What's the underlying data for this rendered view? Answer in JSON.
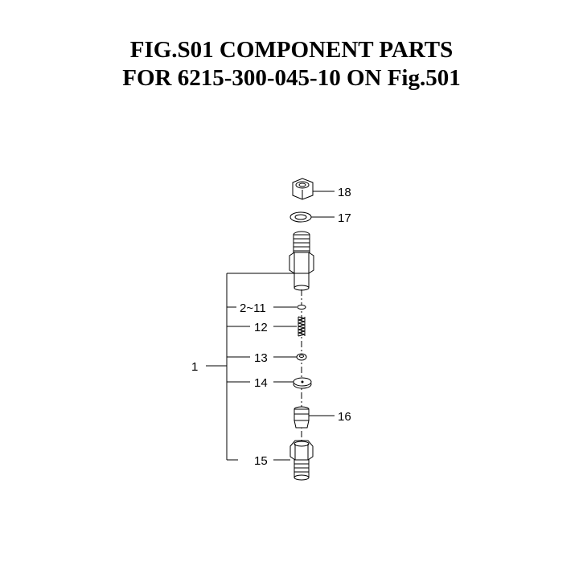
{
  "title": {
    "line1": "FIG.S01  COMPONENT PARTS",
    "line2": "FOR 6215-300-045-10 ON Fig.501"
  },
  "callouts": {
    "c18": "18",
    "c17": "17",
    "c1": "1",
    "c2_11": "2~11",
    "c12": "12",
    "c13": "13",
    "c14": "14",
    "c16": "16",
    "c15": "15"
  }
}
